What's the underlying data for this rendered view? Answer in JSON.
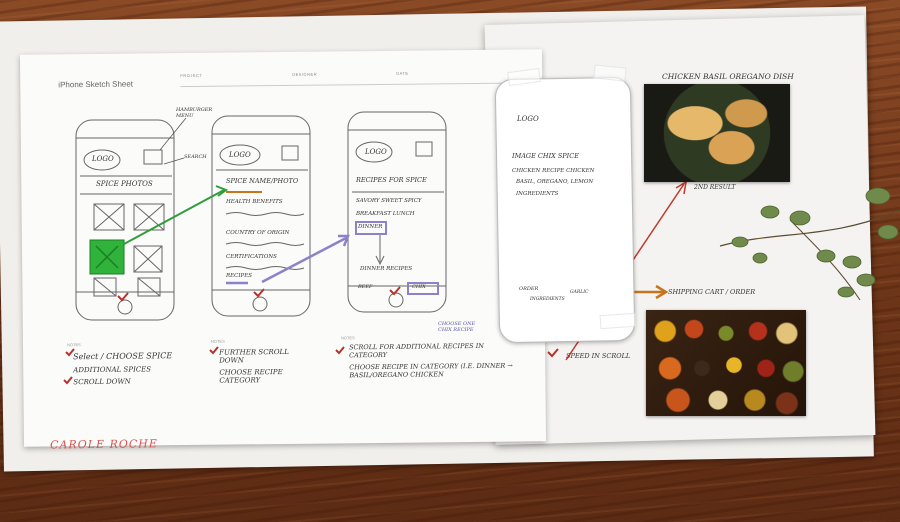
{
  "sheet": {
    "title": "iPhone Sketch Sheet",
    "fields": [
      "PROJECT",
      "DESIGNER",
      "DATE"
    ],
    "note_label": "NOTES",
    "signature": "CAROLE ROCHE"
  },
  "screens": [
    {
      "logo": "LOGO",
      "title": "SPICE PHOTOS",
      "callouts": [
        "HAMBURGER MENU",
        "SEARCH"
      ],
      "notes": [
        "Select / CHOOSE SPICE",
        "ADDITIONAL SPICES",
        "SCROLL DOWN"
      ]
    },
    {
      "logo": "LOGO",
      "title": "SPICE NAME/PHOTO",
      "lines": [
        "HEALTH BENEFITS",
        "COUNTRY OF ORIGIN",
        "CERTIFICATIONS",
        "RECIPES"
      ],
      "notes": [
        "FURTHER SCROLL DOWN",
        "CHOOSE RECIPE CATEGORY"
      ]
    },
    {
      "logo": "LOGO",
      "title": "RECIPES FOR SPICE",
      "lines": [
        "SAVORY SWEET SPICY",
        "BREAKFAST LUNCH",
        "DINNER",
        "DINNER RECIPES",
        "BEEF",
        "CHIX"
      ],
      "callout": "CHOOSE ONE CHIX RECIPE",
      "notes": [
        "SCROLL FOR ADDITIONAL RECIPES IN CATEGORY",
        "CHOOSE RECIPE IN CATEGORY (I.E. DINNER → BASIL/OREGANO CHICKEN"
      ]
    }
  ],
  "card": {
    "logo": "LOGO",
    "title": "IMAGE CHIX SPICE",
    "lines": [
      "CHICKEN RECIPE CHICKEN",
      "BASIL, OREGANO, LEMON",
      "INGREDIENTS"
    ],
    "buttons": [
      "ORDER",
      "INGREDIENTS",
      "GARLIC"
    ]
  },
  "annotations": {
    "dish_title": "CHICKEN BASIL OREGANO DISH",
    "result": "2ND RESULT",
    "shipping": "SHIPPING CART / ORDER",
    "scroll_note": "SPEED IN SCROLL"
  },
  "colors": {
    "green": "#2e9e3a",
    "orange": "#c8741c",
    "purple": "#8b82c9",
    "check": "#b8322a",
    "arrow_red": "#c0392b"
  }
}
